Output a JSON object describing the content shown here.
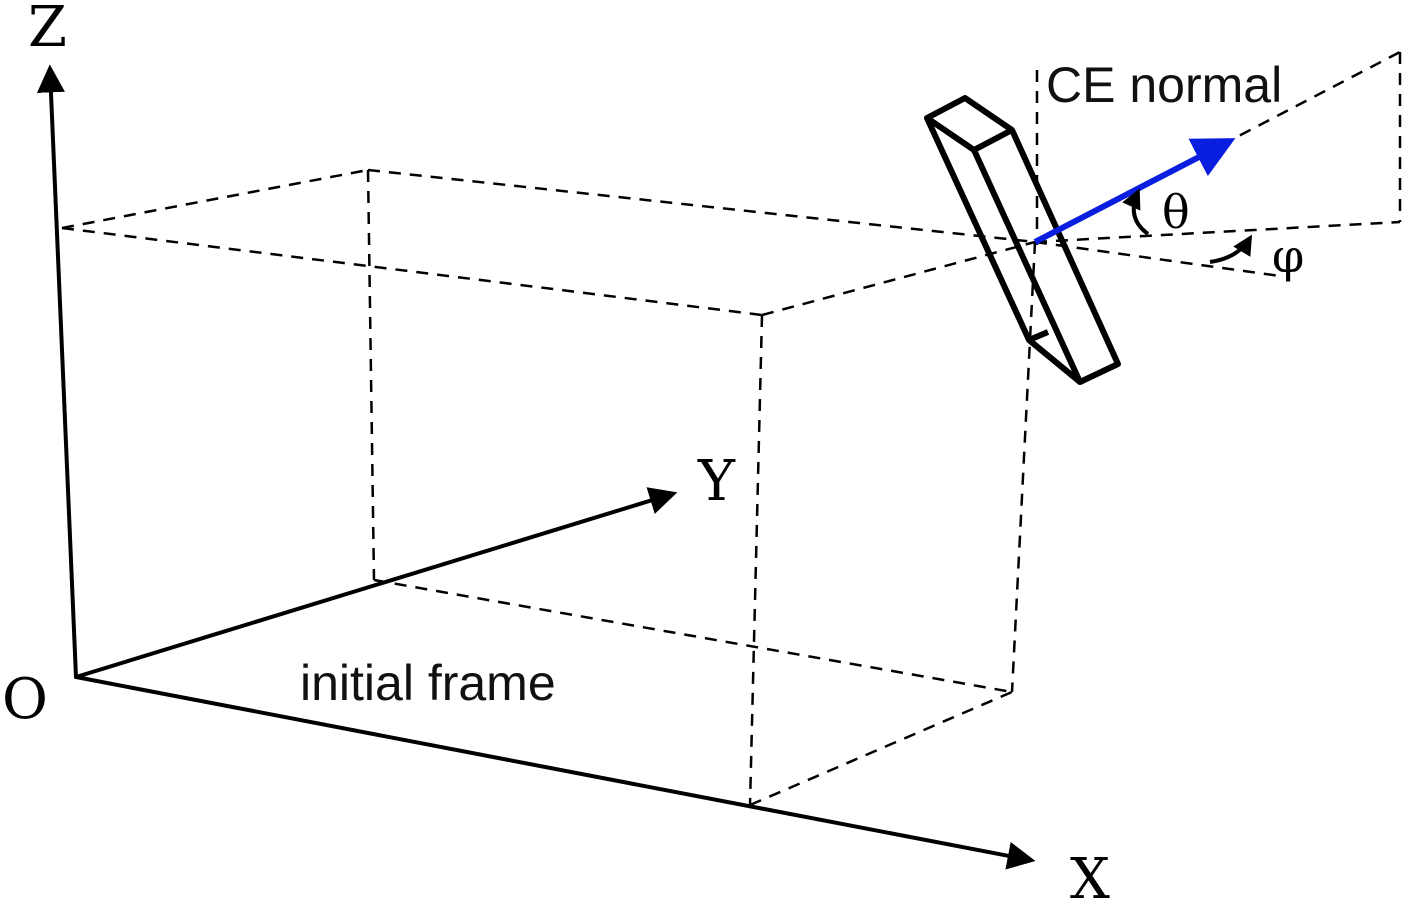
{
  "axes": {
    "z_label": "Z",
    "y_label": "Y",
    "x_label": "X",
    "origin_label": "O"
  },
  "labels": {
    "frame": "initial frame",
    "normal": "CE normal",
    "theta": "θ",
    "phi": "φ"
  },
  "colors": {
    "normal_vector": "#0a1ee0",
    "lines": "#000000"
  }
}
